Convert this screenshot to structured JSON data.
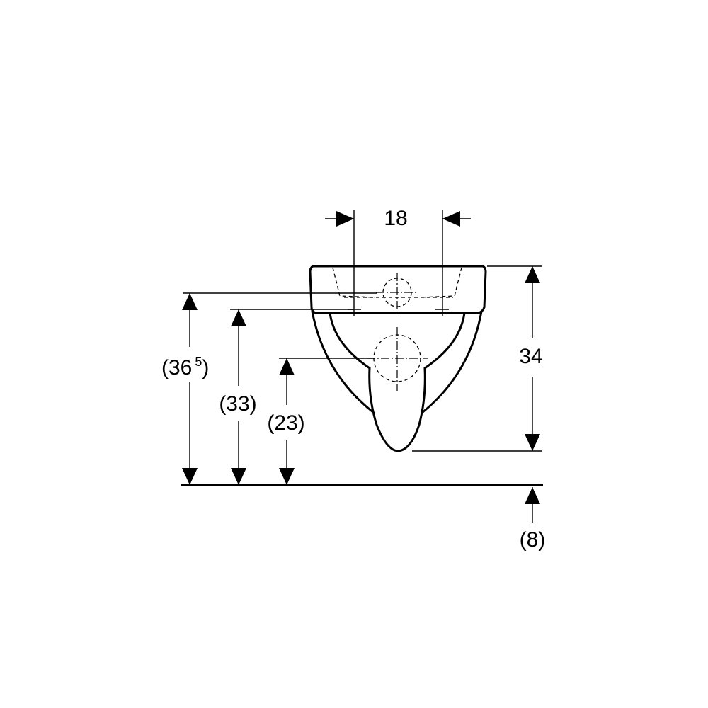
{
  "dimensions": {
    "width_between_fixings": "18",
    "height_body": "34",
    "height_rim_base": "(36",
    "height_rim_sup": "5",
    "height_rim_close": ")",
    "height_fixing": "(33)",
    "height_waste": "(23)",
    "floor_offset": "(8)"
  }
}
